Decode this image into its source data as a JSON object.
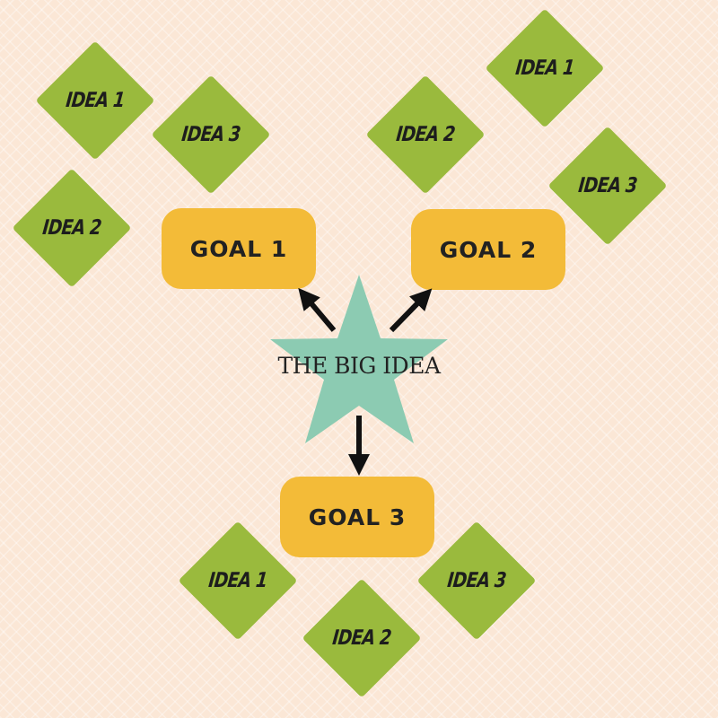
{
  "center": {
    "label": "THE BIG IDEA",
    "shape": "star",
    "color": "#8ccbb2"
  },
  "goals": [
    {
      "label": "GOAL 1",
      "color": "#f3bb38"
    },
    {
      "label": "GOAL 2",
      "color": "#f3bb38"
    },
    {
      "label": "GOAL 3",
      "color": "#f3bb38"
    }
  ],
  "ideas": {
    "goal1": [
      {
        "label": "IDEA 1"
      },
      {
        "label": "IDEA 2"
      },
      {
        "label": "IDEA 3"
      }
    ],
    "goal2": [
      {
        "label": "IDEA 1"
      },
      {
        "label": "IDEA 2"
      },
      {
        "label": "IDEA 3"
      }
    ],
    "goal3": [
      {
        "label": "IDEA 1"
      },
      {
        "label": "IDEA 2"
      },
      {
        "label": "IDEA 3"
      }
    ]
  },
  "colors": {
    "background": "#fbe7d6",
    "idea": "#9aba3d",
    "arrow": "#111111",
    "text": "#1d1d1d"
  }
}
